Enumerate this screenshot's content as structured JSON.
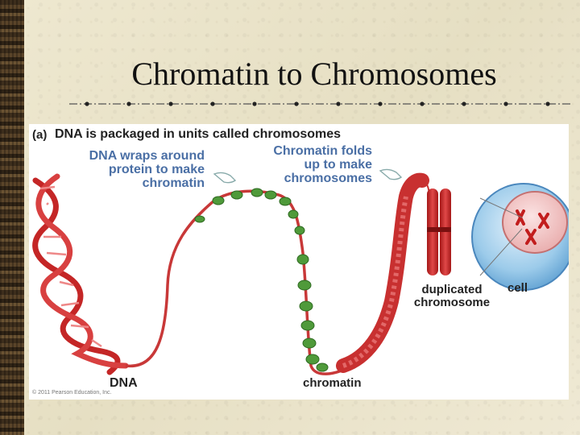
{
  "slide": {
    "title": "Chromatin to Chromosomes"
  },
  "figure": {
    "panel_label": "(a)",
    "heading": "DNA is packaged in units called chromosomes",
    "step1_line1": "DNA wraps around",
    "step1_line2": "protein to make",
    "step1_line3": "chromatin",
    "step2_line1": "Chromatin folds",
    "step2_line2": "up to make",
    "step2_line3": "chromosomes",
    "label_dna": "DNA",
    "label_chromatin": "chromatin",
    "label_dup_line1": "duplicated",
    "label_dup_line2": "chromosome",
    "label_cell": "cell",
    "copyright": "© 2011 Pearson Education, Inc."
  }
}
